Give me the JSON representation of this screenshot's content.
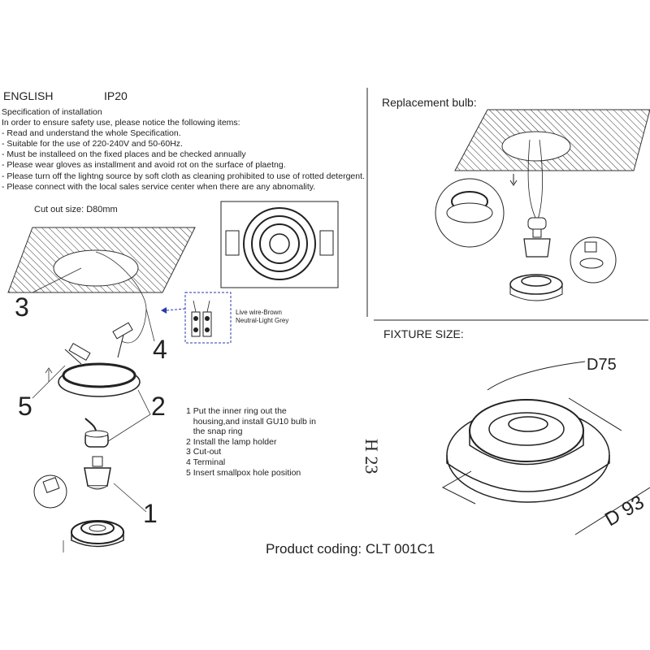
{
  "header": {
    "language": "ENGLISH",
    "ip_rating": "IP20"
  },
  "specification": {
    "title": "Specification of installation",
    "intro": "In order to ensure safety use, please notice the following items:",
    "items": [
      "- Read and understand the whole Specification.",
      "- Suitable for the use of 220-240V and 50-60Hz.",
      "- Must be installeed on the fixed places and be checked annually",
      "- Please wear gloves as installment and avoid rot on the surface of plaetng.",
      "- Please turn off the lightng source by soft cloth as cleaning prohibited to use of rotted detergent.",
      "- Please connect with the local sales service center when there are any abnomality."
    ]
  },
  "installation": {
    "cut_out_label": "Cut out size: D80mm",
    "callouts": [
      "3",
      "4",
      "5",
      "2",
      "1"
    ],
    "wiring": {
      "live": "Live wire-Brown",
      "neutral": "Neutral-Light Grey"
    },
    "steps": [
      "1 Put the inner ring out the",
      "   housing,and install GU10 bulb in",
      "   the snap ring",
      "2 Install the lamp holder",
      "3 Cut-out",
      "4 Terminal",
      "5 Insert smallpox hole position"
    ]
  },
  "replacement": {
    "title": "Replacement bulb:"
  },
  "fixture": {
    "title": "FIXTURE SIZE:",
    "d75": "D75",
    "h23": "H 23",
    "d93": "D 93"
  },
  "product": {
    "coding": "Product coding: CLT 001C1"
  }
}
